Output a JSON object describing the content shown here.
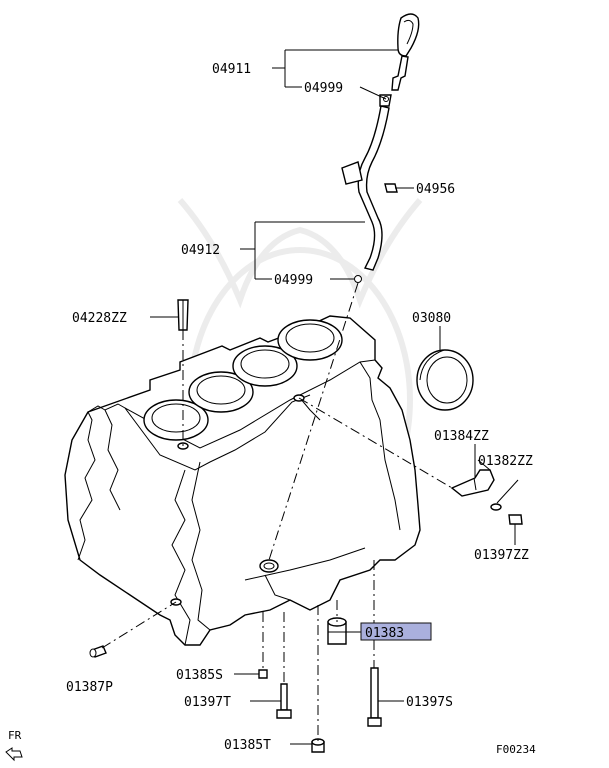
{
  "labels": {
    "p04911": "04911",
    "p04999a": "04999",
    "p04956": "04956",
    "p04912": "04912",
    "p04999b": "04999",
    "p04228": "04228ZZ",
    "p03080": "03080",
    "p01384": "01384ZZ",
    "p01382": "01382ZZ",
    "p01397zz": "01397ZZ",
    "p01383": "01383",
    "p01385s": "01385S",
    "p01397t": "01397T",
    "p01397s": "01397S",
    "p01387p": "01387P",
    "p01385t": "01385T",
    "fr": "FR",
    "figure": "F00234"
  },
  "colors": {
    "highlight": "#aab0dd",
    "watermark": "#e8e8e8"
  }
}
